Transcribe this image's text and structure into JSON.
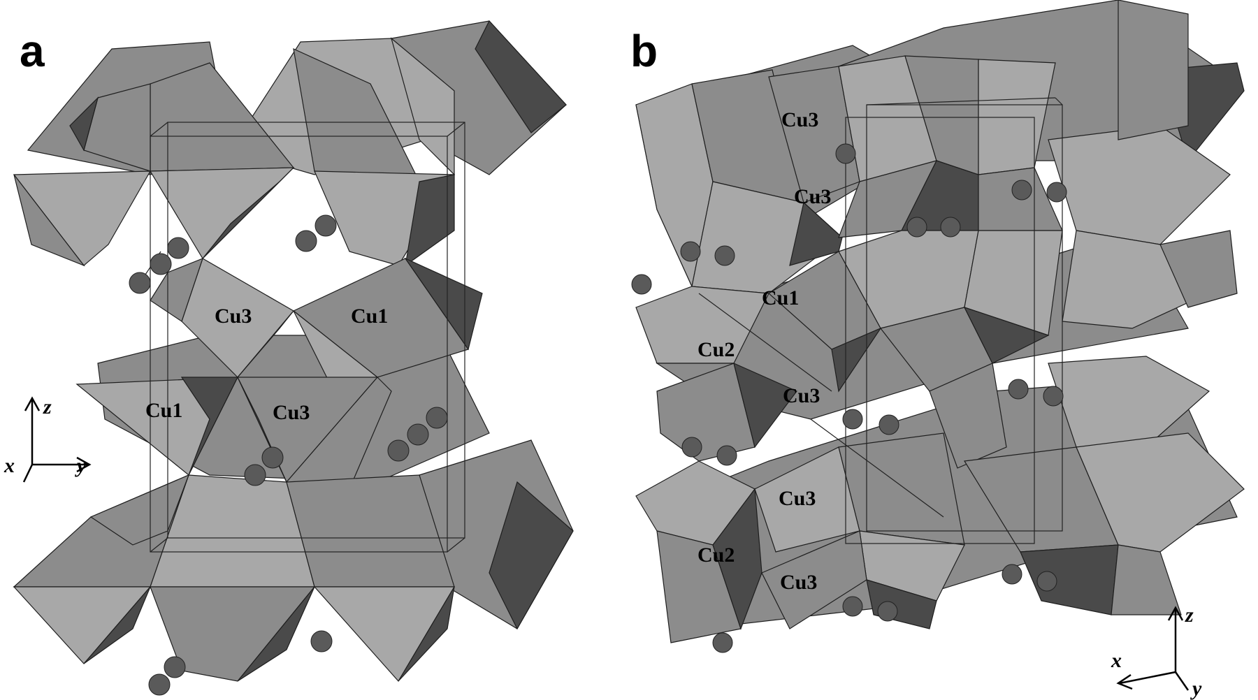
{
  "panels": [
    {
      "letter": "a",
      "labels": [
        "Cu3",
        "Cu1",
        "Cu1",
        "Cu3"
      ],
      "axes": {
        "z": "z",
        "x": "x",
        "y": "y"
      }
    },
    {
      "letter": "b",
      "labels": [
        "Cu3",
        "Cu3",
        "Cu1",
        "Cu2",
        "Cu3",
        "Cu3",
        "Cu2",
        "Cu3"
      ],
      "axes": {
        "z": "z",
        "x": "x",
        "y": "y"
      }
    }
  ],
  "colors": {
    "polyhedron_mid": "#8c8c8c",
    "polyhedron_light": "#a8a8a8",
    "polyhedron_dark": "#4a4a4a",
    "atom": "#5a5a5a",
    "background": "#ffffff"
  }
}
